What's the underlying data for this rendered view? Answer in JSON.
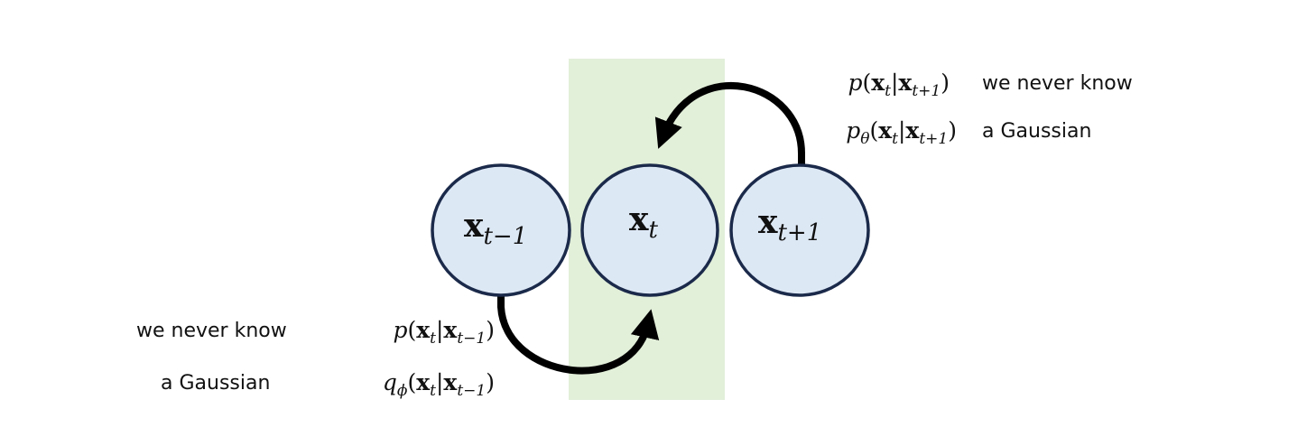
{
  "colors": {
    "highlight": "#e2efd9",
    "node_fill": "#dde8f5",
    "node_stroke": "#1b2a4a",
    "arrow": "#000000"
  },
  "nodes": [
    {
      "base": "x",
      "sub": "t−1"
    },
    {
      "base": "x",
      "sub": "t"
    },
    {
      "base": "x",
      "sub": "t+1"
    }
  ],
  "top": {
    "formula_1": [
      {
        "t": "p",
        "k": "i"
      },
      {
        "t": "(",
        "k": "n"
      },
      {
        "t": "x",
        "k": "b"
      },
      {
        "t": "t",
        "k": "s"
      },
      {
        "t": "|",
        "k": "n"
      },
      {
        "t": "x",
        "k": "b"
      },
      {
        "t": "t+1",
        "k": "s"
      },
      {
        "t": ")",
        "k": "n"
      }
    ],
    "label_1": "we never know",
    "formula_2": [
      {
        "t": "p",
        "k": "i"
      },
      {
        "t": "θ",
        "k": "s"
      },
      {
        "t": "(",
        "k": "n"
      },
      {
        "t": "x",
        "k": "b"
      },
      {
        "t": "t",
        "k": "s"
      },
      {
        "t": "|",
        "k": "n"
      },
      {
        "t": "x",
        "k": "b"
      },
      {
        "t": "t+1",
        "k": "s"
      },
      {
        "t": ")",
        "k": "n"
      }
    ],
    "label_2": "a Gaussian"
  },
  "bottom": {
    "label_1": "we never know",
    "formula_1": [
      {
        "t": "p",
        "k": "i"
      },
      {
        "t": "(",
        "k": "n"
      },
      {
        "t": "x",
        "k": "b"
      },
      {
        "t": "t",
        "k": "s"
      },
      {
        "t": "|",
        "k": "n"
      },
      {
        "t": "x",
        "k": "b"
      },
      {
        "t": "t−1",
        "k": "s"
      },
      {
        "t": ")",
        "k": "n"
      }
    ],
    "label_2": "a Gaussian",
    "formula_2": [
      {
        "t": "q",
        "k": "i"
      },
      {
        "t": "ϕ",
        "k": "s"
      },
      {
        "t": "(",
        "k": "n"
      },
      {
        "t": "x",
        "k": "b"
      },
      {
        "t": "t",
        "k": "s"
      },
      {
        "t": "|",
        "k": "n"
      },
      {
        "t": "x",
        "k": "b"
      },
      {
        "t": "t−1",
        "k": "s"
      },
      {
        "t": ")",
        "k": "n"
      }
    ]
  }
}
